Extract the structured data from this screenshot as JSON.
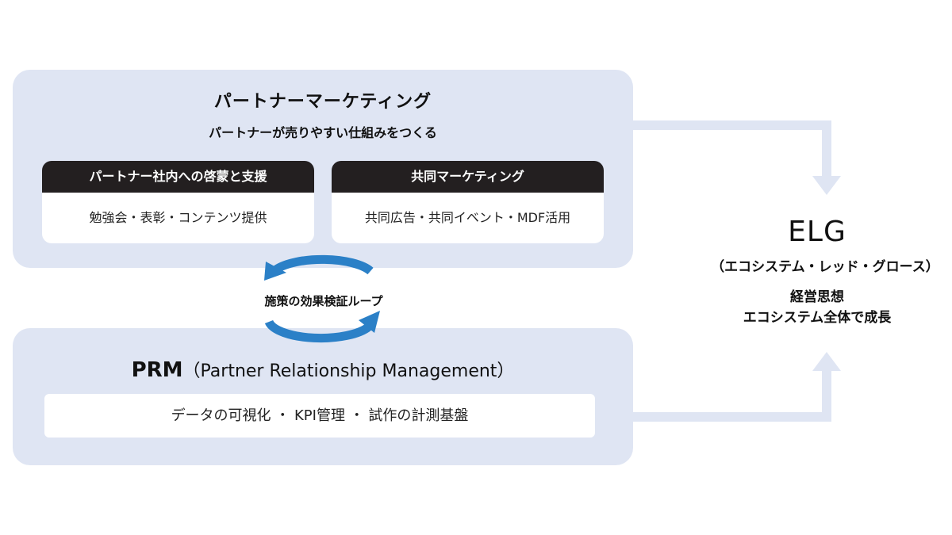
{
  "colors": {
    "panel": "#dfe5f3",
    "card_header": "#231f20",
    "loop_arrow": "#2b80c7",
    "connector_arrow": "#dfe5f3"
  },
  "partner_marketing": {
    "title": "パートナーマーケティング",
    "subtitle": "パートナーが売りやすい仕組みをつくる",
    "cards": [
      {
        "header": "パートナー社内への啓蒙と支援",
        "body": "勉強会・表彰・コンテンツ提供"
      },
      {
        "header": "共同マーケティング",
        "body": "共同広告・共同イベント・MDF活用"
      }
    ]
  },
  "loop": {
    "label": "施策の効果検証ループ",
    "icon": "cycle-arrows-icon"
  },
  "prm": {
    "title_main": "PRM",
    "title_sub": "（Partner Relationship Management）",
    "body": "データの可視化 ・ KPI管理 ・ 試作の計測基盤"
  },
  "elg": {
    "title": "ELG",
    "subtitle": "（エコシステム・レッド・グロース）",
    "line1": "経営思想",
    "line2": "エコシステム全体で成長"
  }
}
